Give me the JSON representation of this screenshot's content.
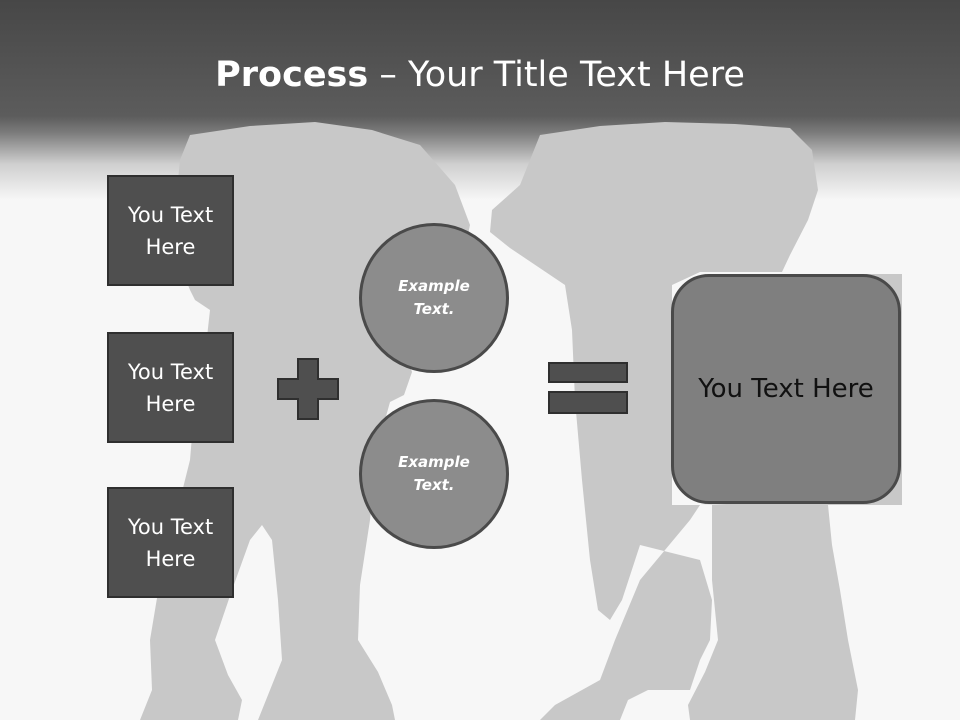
{
  "slide": {
    "title": {
      "strong": "Process",
      "rest": " – Your Title Text Here"
    },
    "left_boxes": [
      {
        "line1": "You Text",
        "line2": "Here"
      },
      {
        "line1": "You Text",
        "line2": "Here"
      },
      {
        "line1": "You Text",
        "line2": "Here"
      }
    ],
    "operator_plus": "plus-icon",
    "circles": [
      {
        "line1": "Example",
        "line2": "Text."
      },
      {
        "line1": "Example",
        "line2": "Text."
      }
    ],
    "operator_equals": "equals-icon",
    "result_box": {
      "text": "You Text Here"
    }
  },
  "colors": {
    "header_dark": "#474747",
    "background": "#f7f7f7",
    "silhouette": "#c8c8c8",
    "box_fill": "#4f4f4f",
    "circle_fill": "#8c8c8c",
    "result_fill": "#7f7f7f",
    "operator_fill": "#4f4f4f"
  }
}
